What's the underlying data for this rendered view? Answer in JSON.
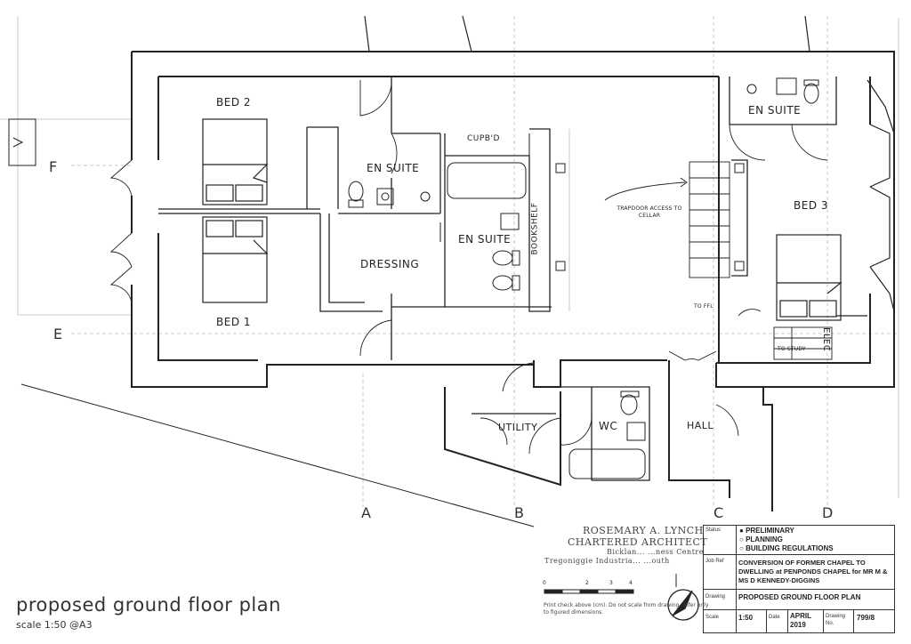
{
  "drawing_title": "proposed ground floor plan",
  "scale_note": "scale 1:50 @A3",
  "rooms": {
    "bed1": "BED 1",
    "bed2": "BED 2",
    "bed3": "BED 3",
    "ensuite_a": "EN SUITE",
    "ensuite_b": "EN SUITE",
    "ensuite_c": "EN SUITE",
    "dressing": "DRESSING",
    "cupbd": "CUPB'D",
    "bookshelf": "BOOKSHELF",
    "utility": "UTILITY",
    "wc": "WC",
    "hall": "HALL"
  },
  "notes": {
    "trapdoor": "TRAPDOOR ACCESS TO CELLAR",
    "to_ffl": "TO FFL",
    "to_study": "TO STUDY",
    "elec": "ELEC"
  },
  "gridlines": {
    "A": "A",
    "B": "B",
    "C": "C",
    "D": "D",
    "E": "E",
    "F": "F"
  },
  "scale_bar": [
    "0",
    "2",
    "3",
    "4"
  ],
  "architect": {
    "name": "ROSEMARY A. LYNCH",
    "title": "CHARTERED ARCHITECT",
    "address1": "Bicklan... ...ness Centre",
    "address2": "Tregoniggie Industria... ...outh"
  },
  "print_note": "Print check above (cm). Do not scale from drawing- refer only to figured dimensions.",
  "title_block": {
    "status_label": "Status",
    "status_options": [
      "PRELIMINARY",
      "PLANNING",
      "BUILDING REGULATIONS"
    ],
    "status_selected": 0,
    "jobref_label": "Job Ref",
    "job_description": "CONVERSION OF FORMER CHAPEL TO DWELLING at PENPONDS CHAPEL for MR M & MS D KENNEDY-DIGGINS",
    "drawing_label": "Drawing",
    "drawing_name": "PROPOSED GROUND FLOOR PLAN",
    "scale_label": "Scale",
    "scale_value": "1:50",
    "date_label": "Date",
    "date_value": "APRIL 2019",
    "drawing_no_label": "Drawing No.",
    "drawing_no_value": "799/8"
  }
}
